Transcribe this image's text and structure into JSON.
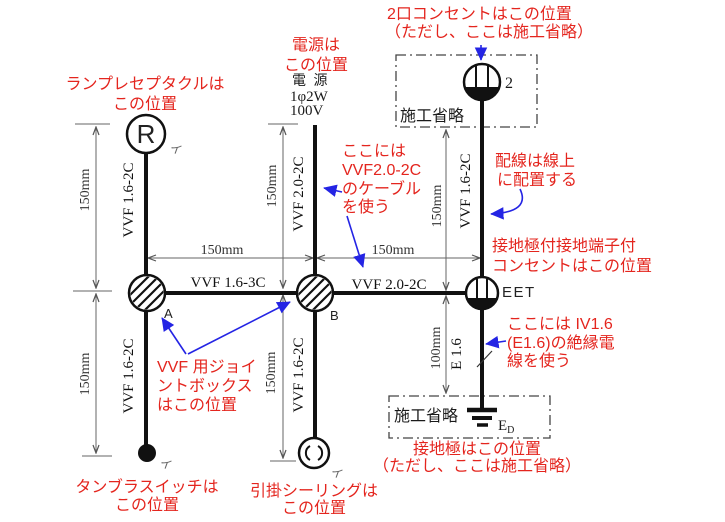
{
  "colors": {
    "annotation_red": "#e4251e",
    "arrow_blue": "#2424e4",
    "line_black": "#111111",
    "dimension_gray": "#666666",
    "background": "#ffffff"
  },
  "notes": {
    "outlet2_l1": "2口コンセントはこの位置",
    "outlet2_l2": "（ただし、ここは施工省略）",
    "power_l1": "電源は",
    "power_l2": "この位置",
    "lamp_l1": "ランプレセプタクルは",
    "lamp_l2": "この位置",
    "vvf20_l1": "ここには",
    "vvf20_l2": "VVF2.0-2C",
    "vvf20_l3": "のケーブル",
    "vvf20_l4": "を使う",
    "online_l1": "配線は線上",
    "online_l2": "に配置する",
    "eet_l1": "接地極付接地端子付",
    "eet_l2": "コンセントはこの位置",
    "iv_l1": "ここには IV1.6",
    "iv_l2": "(E1.6)の絶縁電",
    "iv_l3": "線を使う",
    "joint_l1": "VVF 用ジョイ",
    "joint_l2": "ントボックス",
    "joint_l3": "はこの位置",
    "switch_l1": "タンブラスイッチは",
    "switch_l2": "この位置",
    "ceiling_l1": "引掛シーリングは",
    "ceiling_l2": "この位置",
    "ground_l1": "接地極はこの位置",
    "ground_l2": "（ただし、ここは施工省略）"
  },
  "labels": {
    "source_title": "電 源",
    "source_phase": "1φ2W",
    "source_volt": "100V",
    "omit_top": "施工省略",
    "omit_bottom": "施工省略",
    "receptacle": "R",
    "outlet_num": "2",
    "eet": "EET",
    "earth_e": "E",
    "earth_d": "D",
    "box_a": "A",
    "box_b": "B",
    "i_r": "イ",
    "i_switch": "イ",
    "i_ceiling": "イ"
  },
  "wires": {
    "r_a": "VVF 1.6-2C",
    "a_sw": "VVF 1.6-2C",
    "src_b": "VVF 2.0-2C",
    "b_ceil": "VVF 1.6-2C",
    "out_eet": "VVF 1.6-2C",
    "eet_gnd": "E 1.6",
    "a_b": "VVF 1.6-3C",
    "b_eet": "VVF 2.0-2C"
  },
  "dims": {
    "left_top": "150mm",
    "left_bottom": "150mm",
    "mid_top": "150mm",
    "mid_bottom": "150mm",
    "right_top": "150mm",
    "right_bottom": "100mm",
    "ab": "150mm",
    "beet": "150mm"
  }
}
